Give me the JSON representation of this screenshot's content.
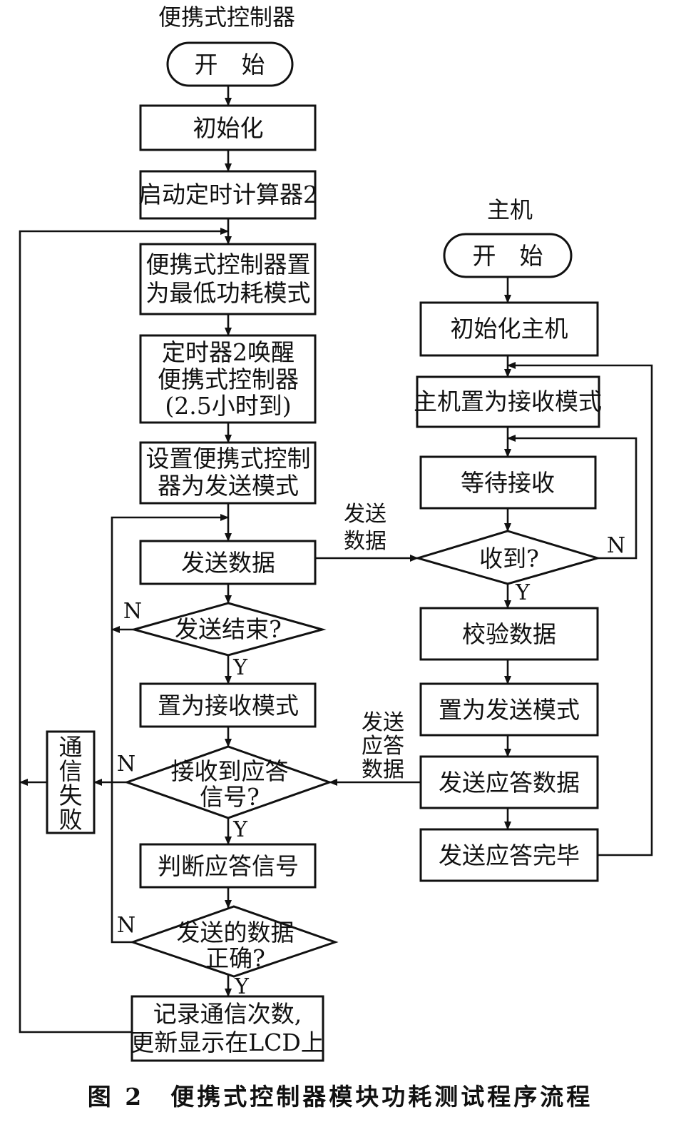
{
  "headings": {
    "portable": "便携式控制器",
    "host": "主机"
  },
  "nodes": {
    "p_start": "开　始",
    "p_init": "初始化",
    "p_timer": "启动定时计算器2",
    "p_lowpower": [
      "便携式控制器置",
      "为最低功耗模式"
    ],
    "p_wake": [
      "定时器2唤醒",
      "便携式控制器",
      "(2.5小时到)"
    ],
    "p_setsend": [
      "设置便携式控制",
      "器为发送模式"
    ],
    "p_senddata": "发送数据",
    "p_sendend": "发送结束?",
    "p_setrecv": "置为接收模式",
    "p_recvack": [
      "接收到应答",
      "信号?"
    ],
    "p_judge": "判断应答信号",
    "p_correct": [
      "发送的数据",
      "正确?"
    ],
    "p_record": [
      "记录通信次数,",
      "更新显示在LCD上"
    ],
    "p_fail": [
      "通",
      "信",
      "失",
      "败"
    ],
    "h_start": "开　始",
    "h_init": "初始化主机",
    "h_setrecv": "主机置为接收模式",
    "h_wait": "等待接收",
    "h_received": "收到?",
    "h_verify": "校验数据",
    "h_setsend": "置为发送模式",
    "h_sendack": "发送应答数据",
    "h_done": "发送应答完毕"
  },
  "labels": {
    "send_data": [
      "发送",
      "数据"
    ],
    "send_ack": [
      "发送",
      "应答",
      "数据"
    ],
    "yes": "Y",
    "no": "N"
  },
  "caption": "图 2　便携式控制器模块功耗测试程序流程"
}
